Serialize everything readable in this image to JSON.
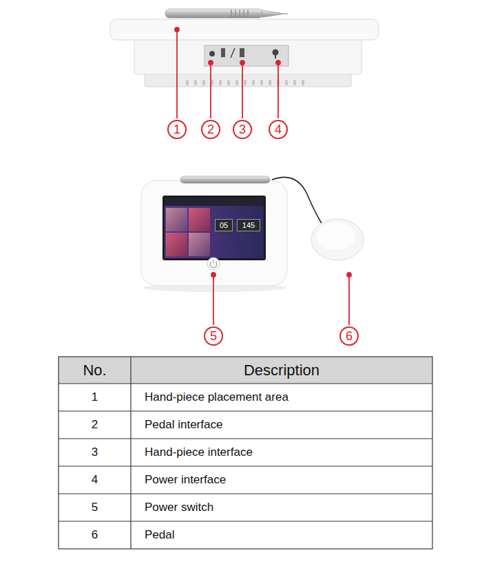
{
  "diagram": {
    "labels": [
      "1",
      "2",
      "3",
      "4",
      "05",
      "145",
      "5",
      "6",
      "No.",
      "Description",
      "1",
      "Hand-piece placement area",
      "2",
      "Pedal interface",
      "3",
      "Hand-piece interface",
      "4",
      "Power interface",
      "5",
      "Power switch",
      "6",
      "Pedal"
    ]
  }
}
